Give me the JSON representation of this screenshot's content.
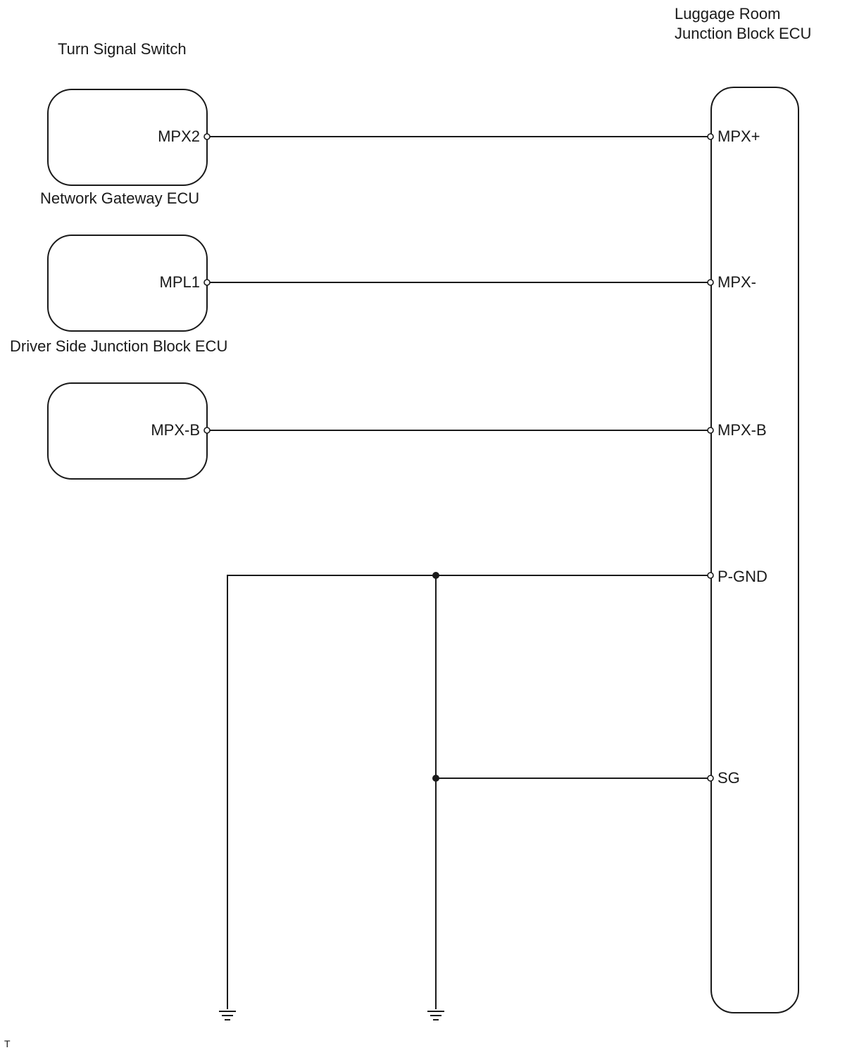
{
  "components": {
    "turn_signal_switch": {
      "label": "Turn Signal Switch",
      "pin": "MPX2"
    },
    "network_gateway_ecu": {
      "label": "Network Gateway ECU",
      "pin": "MPL1"
    },
    "driver_side_jb_ecu": {
      "label": "Driver Side Junction Block ECU",
      "pin": "MPX-B"
    },
    "luggage_room_jb_ecu": {
      "label_line1": "Luggage Room",
      "label_line2": "Junction Block ECU",
      "pins": [
        "MPX+",
        "MPX-",
        "MPX-B",
        "P-GND",
        "SG"
      ]
    }
  },
  "footer_mark": "T",
  "colors": {
    "line": "#1a1a1a",
    "background": "#ffffff"
  }
}
